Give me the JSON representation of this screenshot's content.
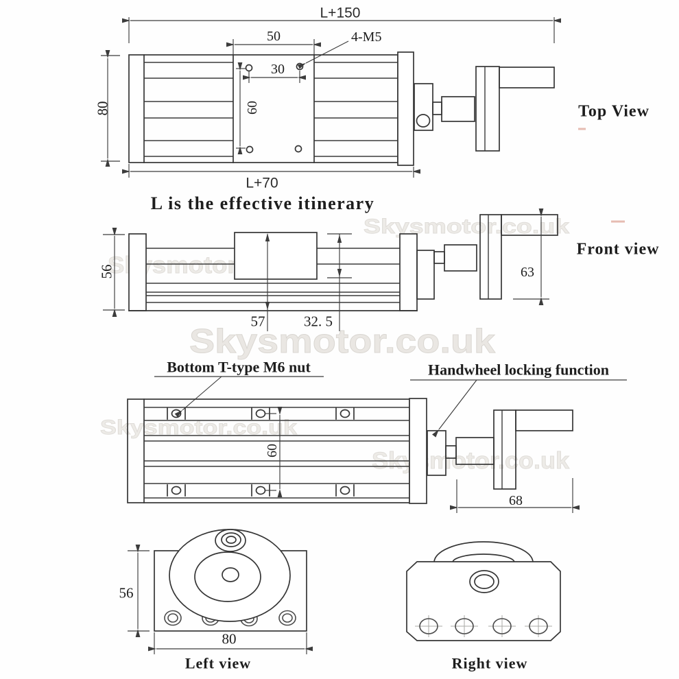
{
  "note": "L is the effective itinerary",
  "watermark": "Skysmotor.co.uk",
  "views": {
    "top": {
      "label": "Top View",
      "dims": {
        "overall_length": "L+150",
        "width": "80",
        "slider_length": "50",
        "hole_pitch_x": "30",
        "hole_pitch_y": "60",
        "body_length": "L+70",
        "thread_callout": "4-M5"
      }
    },
    "front": {
      "label": "Front view",
      "dims": {
        "height": "56",
        "total_height": "57",
        "table_height": "32. 5",
        "handwheel_height": "63"
      }
    },
    "bottom": {
      "annotations": {
        "t_nut": "Bottom T-type M6 nut",
        "handwheel_lock": "Handwheel locking function"
      },
      "dims": {
        "nut_pitch": "60",
        "handwheel_length": "68"
      }
    },
    "left": {
      "label": "Left view",
      "dims": {
        "height": "56",
        "width": "80"
      }
    },
    "right": {
      "label": "Right view"
    }
  },
  "colors": {
    "line": "#353535",
    "dimension": "#3c3c3c",
    "watermark": "#edebe7",
    "background": "#ffffff"
  }
}
